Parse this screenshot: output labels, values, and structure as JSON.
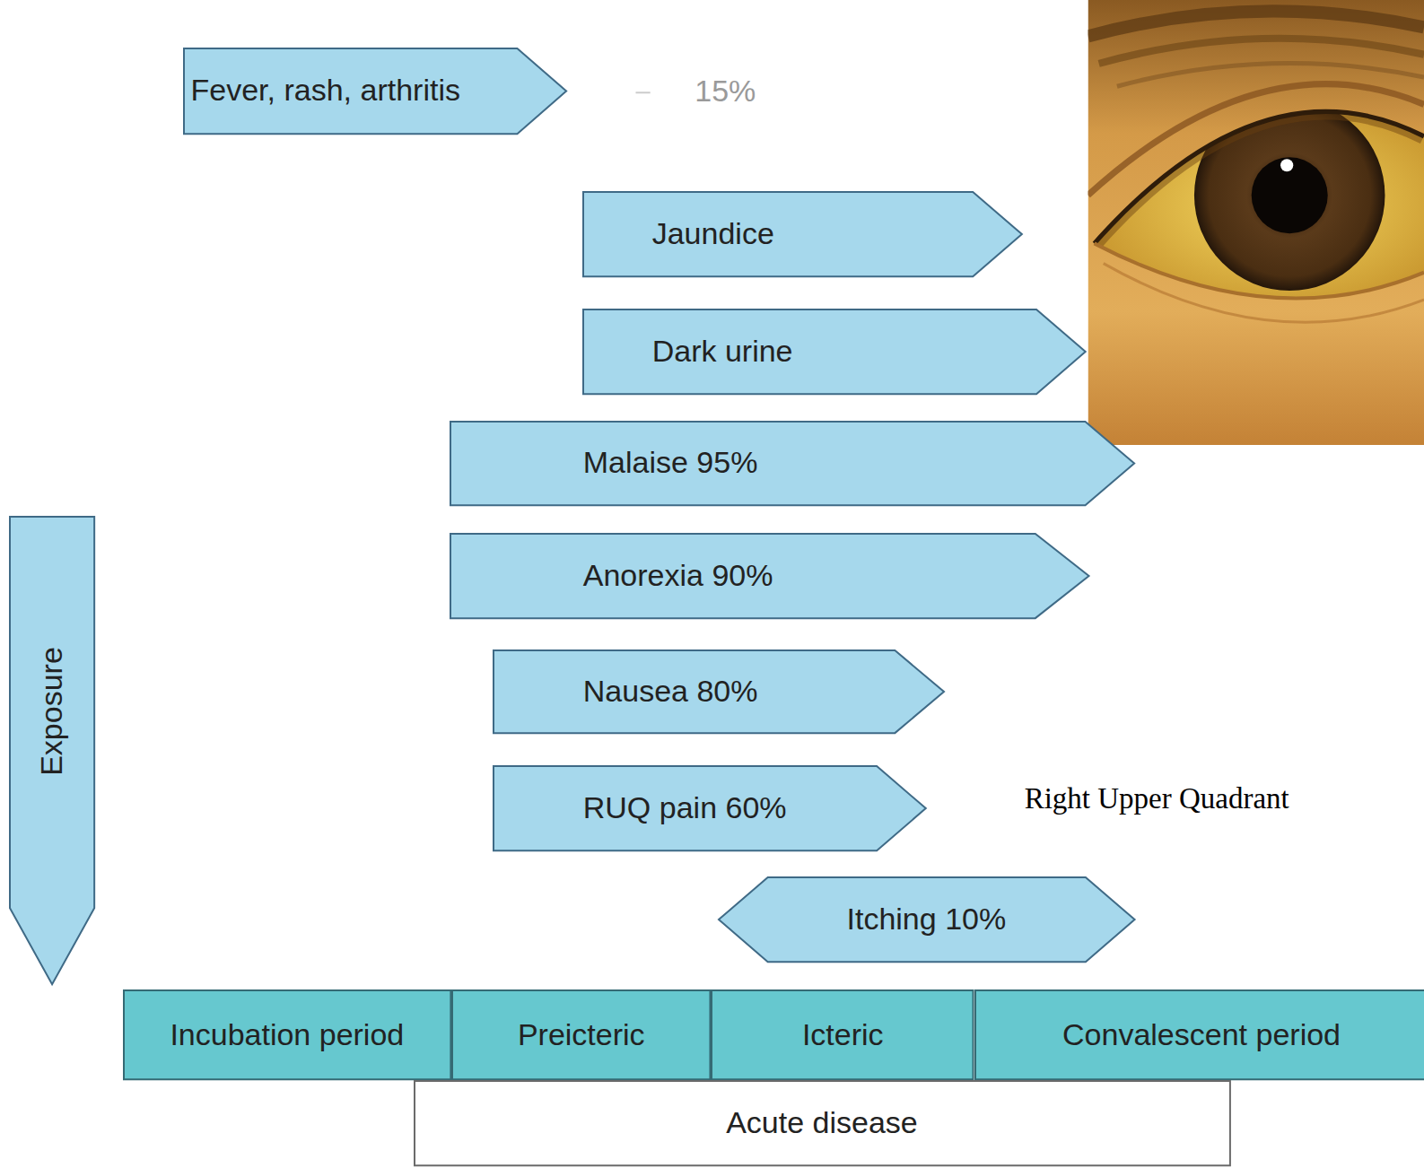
{
  "diagram": {
    "nodes": [
      {
        "text": [
          "Fever, rash, arthritis"
        ]
      },
      {
        "text": [
          "Jaundice"
        ]
      },
      {
        "text": [
          "Dark urine"
        ]
      },
      {
        "text": [
          "Malaise 95%"
        ]
      },
      {
        "text": [
          "Anorexia 90%"
        ]
      },
      {
        "text": [
          "Nausea 80%"
        ]
      },
      {
        "text": [
          "RUQ pain 60%"
        ]
      },
      {
        "text": [
          "Itching 10%"
        ]
      },
      {
        "text": [
          "Exposure"
        ]
      },
      {
        "text": [
          "Incubation period"
        ]
      },
      {
        "text": [
          "Preicteric"
        ]
      },
      {
        "text": [
          "Icteric"
        ]
      },
      {
        "text": [
          "Convalescent period"
        ]
      },
      {
        "text": [
          "Acute disease"
        ]
      }
    ],
    "labels": [
      "15%",
      "Right Upper Quadrant"
    ]
  }
}
